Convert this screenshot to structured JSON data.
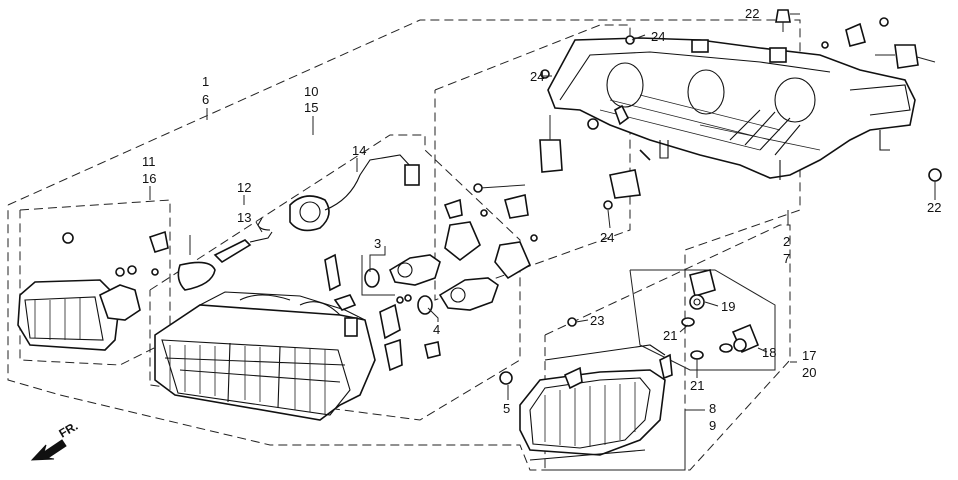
{
  "diagram": {
    "title": "Headlight / front combination light exploded view",
    "direction_label": "FR.",
    "callouts": [
      {
        "id": "c1",
        "text": "1"
      },
      {
        "id": "c6",
        "text": "6"
      },
      {
        "id": "c10",
        "text": "10"
      },
      {
        "id": "c15",
        "text": "15"
      },
      {
        "id": "c14",
        "text": "14"
      },
      {
        "id": "c11",
        "text": "11"
      },
      {
        "id": "c16",
        "text": "16"
      },
      {
        "id": "c12",
        "text": "12"
      },
      {
        "id": "c13",
        "text": "13"
      },
      {
        "id": "c3",
        "text": "3"
      },
      {
        "id": "c4",
        "text": "4"
      },
      {
        "id": "c22a",
        "text": "22"
      },
      {
        "id": "c24a",
        "text": "24"
      },
      {
        "id": "c24b",
        "text": "24"
      },
      {
        "id": "c24c",
        "text": "24"
      },
      {
        "id": "c22b",
        "text": "22"
      },
      {
        "id": "c2",
        "text": "2"
      },
      {
        "id": "c7",
        "text": "7"
      },
      {
        "id": "c19",
        "text": "19"
      },
      {
        "id": "c21a",
        "text": "21"
      },
      {
        "id": "c23",
        "text": "23"
      },
      {
        "id": "c18",
        "text": "18"
      },
      {
        "id": "c17",
        "text": "17"
      },
      {
        "id": "c20",
        "text": "20"
      },
      {
        "id": "c21b",
        "text": "21"
      },
      {
        "id": "c5",
        "text": "5"
      },
      {
        "id": "c8",
        "text": "8"
      },
      {
        "id": "c9",
        "text": "9"
      }
    ]
  }
}
